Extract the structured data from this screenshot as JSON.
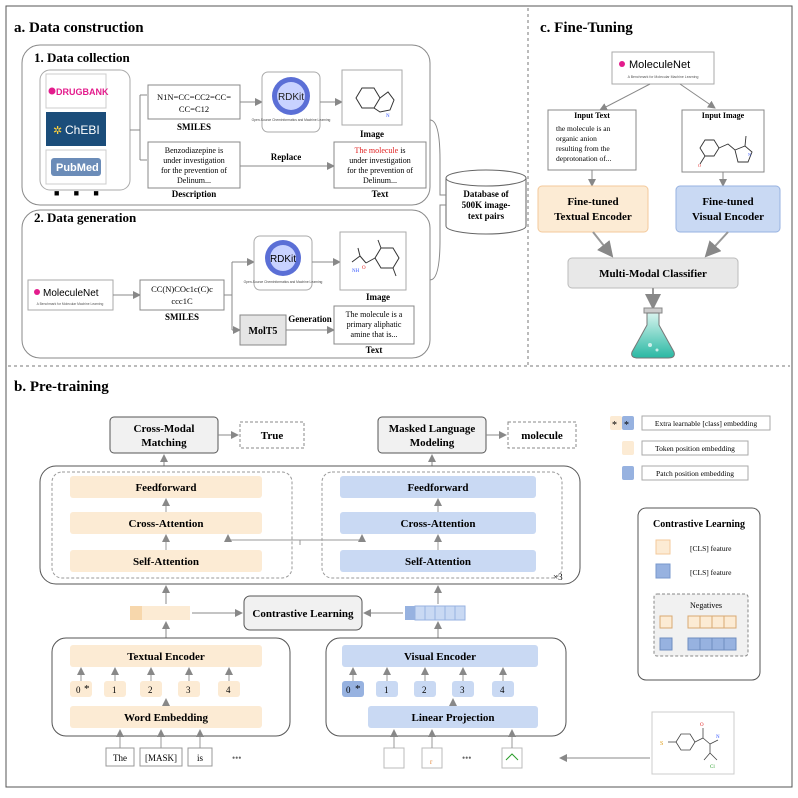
{
  "sections": {
    "a_title": "a. Data construction",
    "b_title": "b. Pre-training",
    "c_title": "c. Fine-Tuning"
  },
  "collection": {
    "title": "1. Data collection",
    "logos": [
      "DRUGBANK",
      "ChEBI",
      "PubMed"
    ],
    "dots": "■  ■  ■",
    "smiles_lines": [
      "N1N=CC=CC2=CC=",
      "CC=C12"
    ],
    "smiles_label": "SMILES",
    "rdkit": "RDKit",
    "rdkit_sub": "Open-Source Cheminformatics and Machine Learning",
    "image_label": "Image",
    "desc_lines": [
      "Benzodiazepine is",
      "under investigation",
      "for the prevention of",
      "Delinum..."
    ],
    "desc_label": "Description",
    "replace_label": "Replace",
    "text_first_red": "The molecule",
    "text_first_rest": " is",
    "text_lines": [
      "under investigation",
      "for the prevention of",
      "Delinum..."
    ],
    "text_label": "Text"
  },
  "database": {
    "lines": [
      "Database of",
      "500K image-",
      "text pairs"
    ]
  },
  "generation": {
    "title": "2. Data generation",
    "moleculenet": "MoleculeNet",
    "moleculenet_sub": "A Benchmark for Molecular Machine Learning",
    "smiles_lines": [
      "CC(N)COc1c(C)c",
      "ccc1C"
    ],
    "smiles_label": "SMILES",
    "rdkit": "RDKit",
    "rdkit_sub": "Open-Source Cheminformatics and Machine Learning",
    "image_label": "Image",
    "molt5": "MolT5",
    "generation_label": "Generation",
    "text_lines": [
      "The molecule is a",
      "primary aliphatic",
      "amine that is..."
    ],
    "text_label": "Text"
  },
  "finetune": {
    "moleculenet": "MoleculeNet",
    "moleculenet_sub": "A Benchmark for Molecular Machine Learning",
    "input_text_label": "Input Text",
    "input_text_lines": [
      "the molecule is an",
      "organic anion",
      "resulting from the",
      "deprotonation of..."
    ],
    "input_image_label": "Input Image",
    "textual_encoder": [
      "Fine-tuned",
      "Textual Encoder"
    ],
    "visual_encoder": [
      "Fine-tuned",
      "Visual Encoder"
    ],
    "classifier": "Multi-Modal Classifier"
  },
  "pretrain": {
    "cross_modal_matching": [
      "Cross-Modal",
      "Matching"
    ],
    "true_label": "True",
    "masked_lm": [
      "Masked Language",
      "Modeling"
    ],
    "molecule_label": "molecule",
    "feedforward": "Feedforward",
    "cross_attention": "Cross-Attention",
    "self_attention": "Self-Attention",
    "repeat": "×3",
    "contrastive": "Contrastive Learning",
    "textual_encoder": "Textual Encoder",
    "word_embedding": "Word Embedding",
    "visual_encoder": "Visual Encoder",
    "linear_projection": "Linear Projection",
    "positions": [
      "0",
      "1",
      "2",
      "3",
      "4"
    ],
    "star": "*",
    "tokens": [
      "The",
      "[MASK]",
      "is",
      "•••"
    ],
    "patch_dots": "•••"
  },
  "legend": {
    "star_pair": "* *",
    "cls_embedding": "Extra learnable [class] embedding",
    "token_pos": "Token position embedding",
    "patch_pos": "Patch position embedding"
  },
  "contrastive_box": {
    "title": "Contrastive Learning",
    "cls_text": "[CLS] feature",
    "cls_image": "[CLS] feature",
    "negatives": "Negatives"
  },
  "colors": {
    "orange": "#fcebd4",
    "orange_border": "#f3c99b",
    "blue": "#c9d9f3",
    "blue_dark": "#97b2e0",
    "gray_box": "#f1f1f1",
    "red": "#e02020",
    "magenta": "#e31c8c"
  }
}
